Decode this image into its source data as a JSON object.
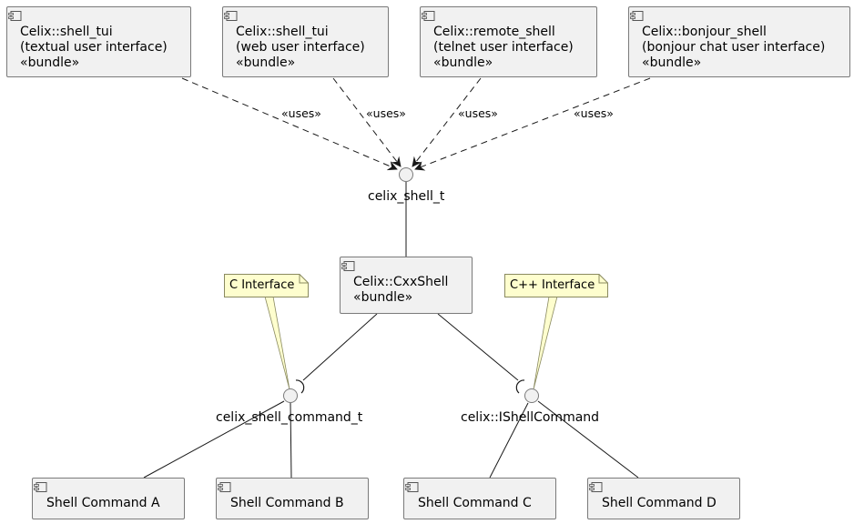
{
  "diagram": {
    "type": "component",
    "top_bundles": [
      {
        "name": "Celix::shell_tui",
        "desc": "(textual user interface)",
        "stereotype": "«bundle»"
      },
      {
        "name": "Celix::shell_tui",
        "desc": "(web user interface)",
        "stereotype": "«bundle»"
      },
      {
        "name": "Celix::remote_shell",
        "desc": "(telnet user interface)",
        "stereotype": "«bundle»"
      },
      {
        "name": "Celix::bonjour_shell",
        "desc": "(bonjour chat user interface)",
        "stereotype": "«bundle»"
      }
    ],
    "uses_label": "«uses»",
    "shell_interface": "celix_shell_t",
    "cxx_shell": {
      "name": "Celix::CxxShell",
      "stereotype": "«bundle»"
    },
    "notes": [
      {
        "text": "C Interface"
      },
      {
        "text": "C++ Interface"
      }
    ],
    "command_interfaces": [
      {
        "name": "celix_shell_command_t"
      },
      {
        "name": "celix::IShellCommand"
      }
    ],
    "commands": [
      {
        "name": "Shell Command A"
      },
      {
        "name": "Shell Command B"
      },
      {
        "name": "Shell Command C"
      },
      {
        "name": "Shell Command D"
      }
    ],
    "icons": {
      "component": "component-icon",
      "interface": "interface-lollipop-icon"
    },
    "colors": {
      "component_fill": "#f1f1f1",
      "note_fill": "#fefece",
      "line": "#181818"
    }
  }
}
